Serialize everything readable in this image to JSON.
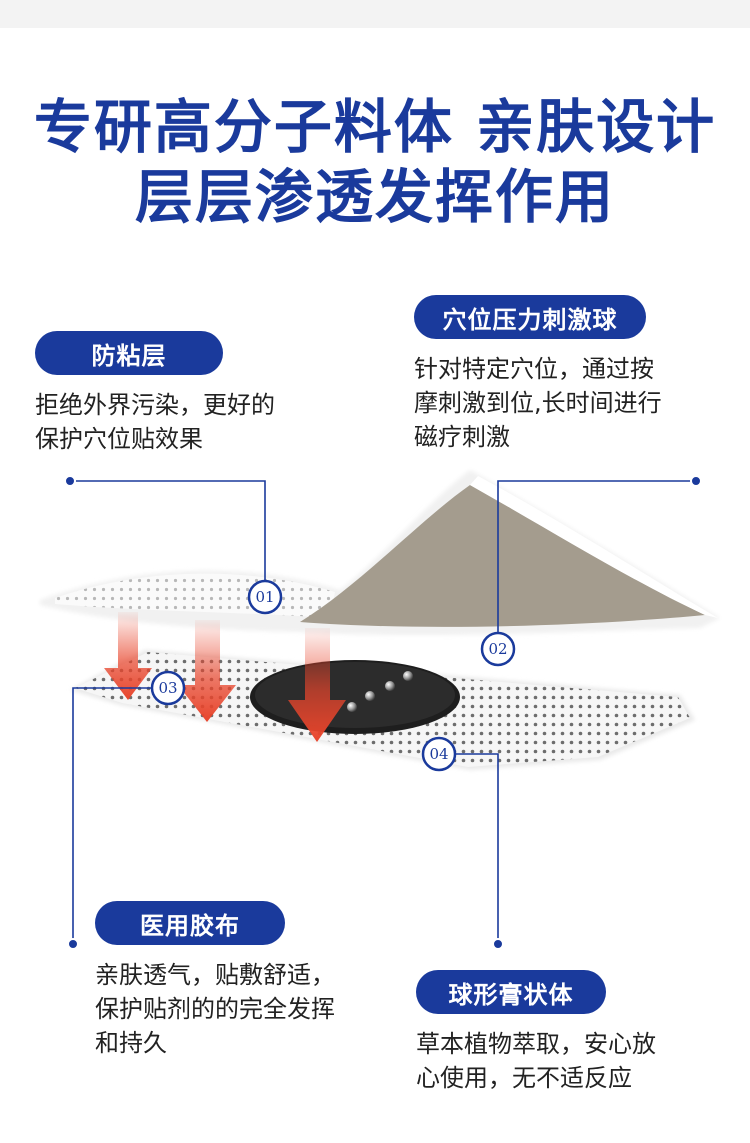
{
  "headline": {
    "line1": "专研高分子料体  亲肤设计",
    "line2": "层层渗透发挥作用"
  },
  "layers": [
    {
      "label": "防粘层",
      "description": [
        "拒绝外界污染，更好的",
        "保护穴位贴效果"
      ]
    },
    {
      "label": "穴位压力刺激球",
      "description": [
        "针对特定穴位，通过按",
        "摩刺激到位,长时间进行",
        "磁疗刺激"
      ]
    },
    {
      "label": "医用胶布",
      "description": [
        "亲肤透气，贴敷舒适，",
        "保护贴剂的的完全发挥",
        "和持久"
      ]
    },
    {
      "label": "球形膏状体",
      "description": [
        "草本植物萃取，安心放",
        "心使用，无不适反应"
      ]
    }
  ],
  "badges": [
    "01",
    "02",
    "03",
    "04"
  ],
  "colors": {
    "brand": "#1a3a9c",
    "arrow": "#e8452c",
    "film": "#a49c8e"
  }
}
